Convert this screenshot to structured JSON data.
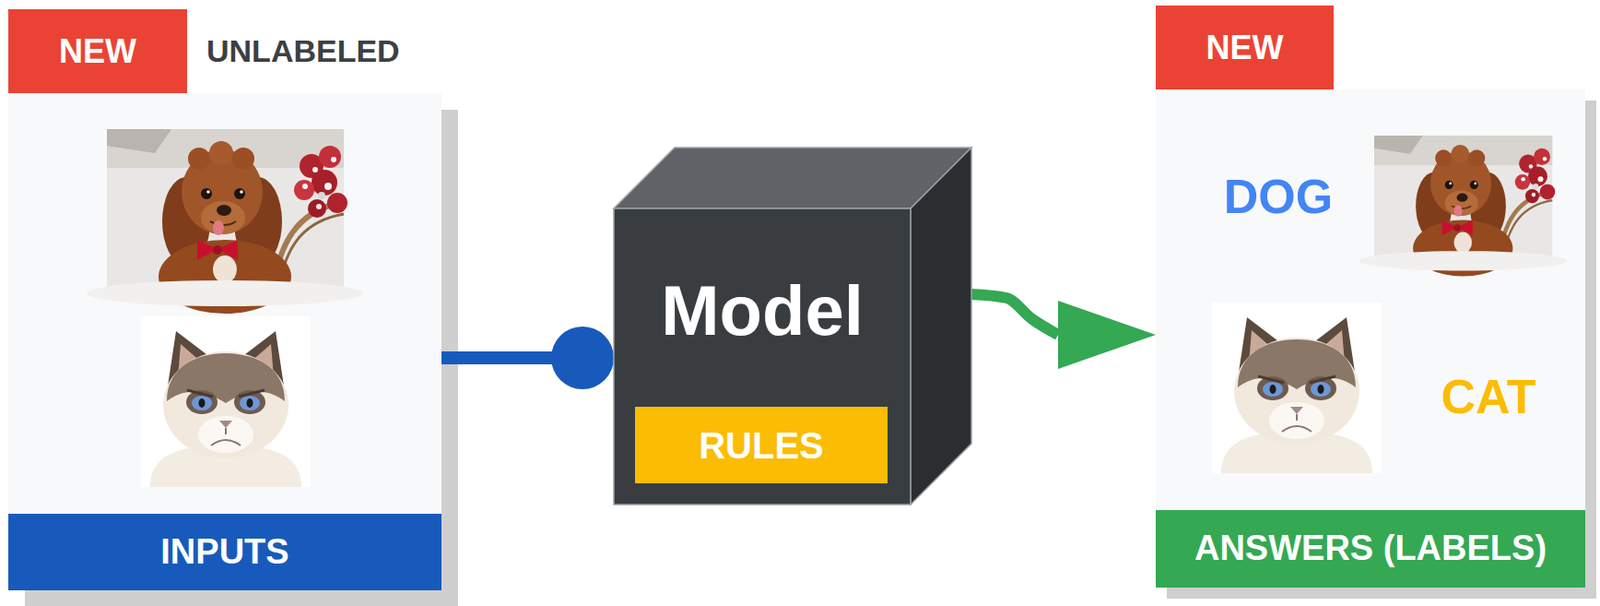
{
  "diagram": {
    "nodes": [
      {
        "text": [
          "NEW"
        ]
      },
      {
        "text": [
          "INPUTS"
        ]
      },
      {
        "text": [
          "Model",
          "RULES"
        ]
      },
      {
        "text": [
          "NEW"
        ]
      },
      {
        "text": [
          "DOG",
          "CAT",
          "ANSWERS (LABELS)"
        ]
      }
    ],
    "edges": [
      {
        "from": 1,
        "to": 2,
        "arrow": "to"
      },
      {
        "from": 2,
        "to": 4,
        "arrow": "to"
      }
    ],
    "labels": [
      "UNLABELED"
    ]
  }
}
